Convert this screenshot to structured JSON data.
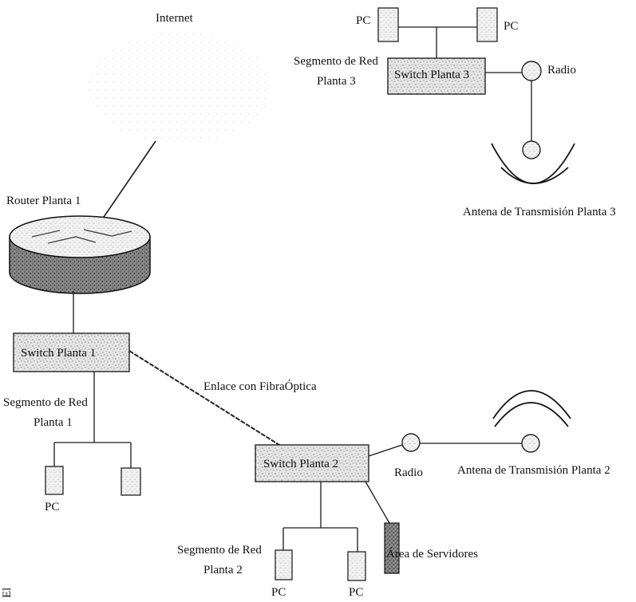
{
  "labels": {
    "internet": "Internet",
    "router_planta_1": "Router Planta 1",
    "switch_planta_1": "Switch Planta 1",
    "switch_planta_2": "Switch Planta 2",
    "switch_planta_3": "Switch Planta 3",
    "segmento_1_line1": "Segmento de Red",
    "segmento_1_line2": "Planta 1",
    "segmento_2_line1": "Segmento de Red",
    "segmento_2_line2": "Planta 2",
    "segmento_3_line1": "Segmento de Red",
    "segmento_3_line2": "Planta 3",
    "enlace_fibra": "Enlace con FibraÓptica",
    "radio_planta_2": "Radio",
    "radio_planta_3": "Radio",
    "antena_planta_2": "Antena de Transmisión Planta 2",
    "antena_planta_3": "Antena de Transmisión Planta 3",
    "area_servidores": "Área de Servidores",
    "pc": "PC",
    "margin_mark": "El"
  },
  "colors": {
    "ink": "#1a1a1a",
    "background": "#ffffff"
  }
}
